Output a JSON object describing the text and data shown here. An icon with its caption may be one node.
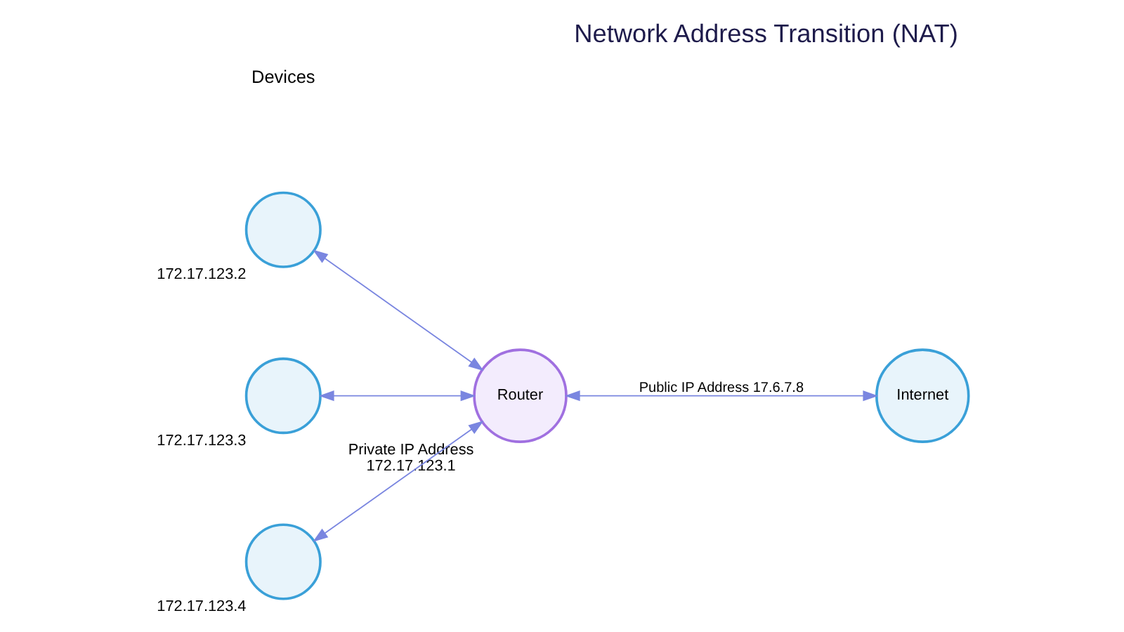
{
  "diagram": {
    "title": "Network Address Transition (NAT)",
    "nodes": [
      {
        "text": [],
        "shape": "circle",
        "beside": [
          "172.17.123.2"
        ]
      },
      {
        "text": [],
        "shape": "circle",
        "beside": [
          "172.17.123.3"
        ]
      },
      {
        "text": [],
        "shape": "circle",
        "beside": [
          "172.17.123.4"
        ]
      },
      {
        "text": [
          "Router"
        ],
        "beside": [
          "Private IP Address",
          "172.17.123.1"
        ]
      },
      {
        "text": [
          "Internet"
        ]
      }
    ],
    "edges": [
      {
        "from": 0,
        "to": 3,
        "arrow": "both"
      },
      {
        "from": 1,
        "to": 3,
        "arrow": "both"
      },
      {
        "from": 2,
        "to": 3,
        "arrow": "both"
      },
      {
        "from": 3,
        "to": 4,
        "arrow": "both",
        "label": "Public IP Address 17.6.7.8"
      }
    ],
    "labels": [
      "Devices"
    ]
  }
}
